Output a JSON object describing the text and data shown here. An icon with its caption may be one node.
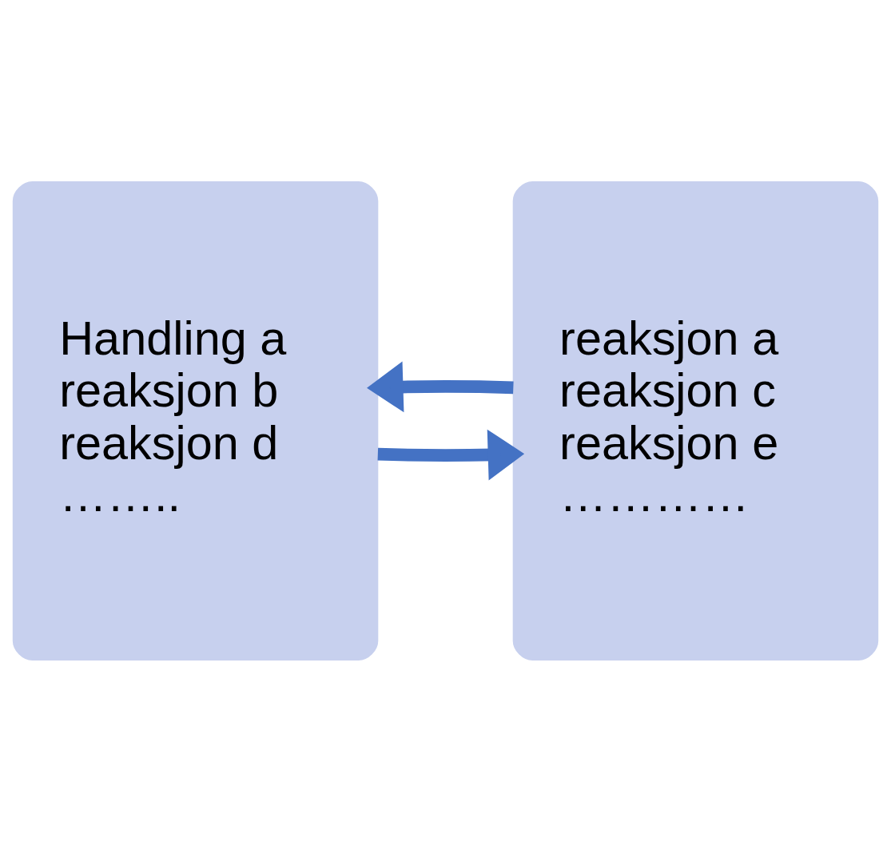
{
  "diagram": {
    "nodes": [
      {
        "text": [
          "Handling a",
          "reaksjon b",
          "reaksjon d",
          "…….."
        ]
      },
      {
        "text": [
          "reaksjon a",
          "reaksjon c",
          "reaksjon e",
          "…………"
        ]
      }
    ],
    "edges": [
      {
        "from": 0,
        "to": 1,
        "arrow": "to"
      },
      {
        "from": 1,
        "to": 0,
        "arrow": "to"
      }
    ]
  }
}
